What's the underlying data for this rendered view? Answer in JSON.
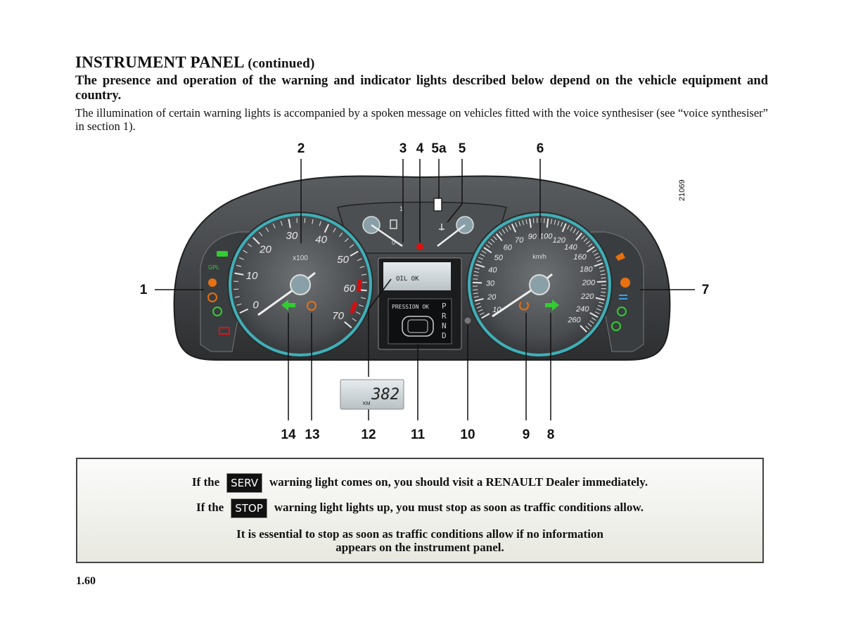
{
  "header": {
    "title": "INSTRUMENT PANEL",
    "title_suffix": "(continued)",
    "subheading": "The presence and operation of the warning and indicator lights described below depend on the vehicle equipment and country.",
    "intro": "The illumination of certain warning lights is accompanied by a spoken message on vehicles fitted with the voice synthesiser (see “voice synthesiser” in section 1)."
  },
  "callouts": {
    "top": [
      "2",
      "3",
      "4",
      "5a",
      "5",
      "6"
    ],
    "left": "1",
    "right": "7",
    "bottom": [
      "14",
      "13",
      "12",
      "11",
      "10",
      "9",
      "8"
    ]
  },
  "figure_ref": "21069",
  "dashboard": {
    "rev_labels": [
      "0",
      "10",
      "20",
      "30",
      "40",
      "50",
      "60",
      "70"
    ],
    "rev_unit": "x100",
    "speed_labels": [
      "10",
      "20",
      "30",
      "40",
      "50",
      "60",
      "70",
      "90",
      "100",
      "120",
      "140",
      "160",
      "180",
      "200",
      "220",
      "240",
      "260"
    ],
    "speed_unit": "km/h",
    "fuel_marks": [
      "1",
      "0"
    ],
    "display_top": "OIL  OK",
    "display_pressure": "PRESSION OK",
    "gear_letters": [
      "P",
      "R",
      "N",
      "D"
    ],
    "left_lights": [
      "GPL"
    ],
    "odometer_value": "382",
    "odometer_unit": "KM"
  },
  "warning_box": {
    "line1_prefix": "If the",
    "serv_label": "SERV",
    "line1_suffix": "warning light comes on, you should visit a RENAULT Dealer immediately.",
    "line2_prefix": "If the",
    "stop_label": "STOP",
    "line2_suffix": "warning light lights up, you must stop as soon as traffic conditions allow.",
    "line3": "It is essential to stop as soon as traffic conditions allow if no information",
    "line4": "appears on the instrument panel."
  },
  "page_number": "1.60",
  "colors": {
    "dial_ring": "#3fb0b8",
    "red_zone": "#d01010",
    "indicator_green": "#33cc33",
    "warning_orange": "#e87010",
    "info_blue": "#3aa0e8"
  }
}
